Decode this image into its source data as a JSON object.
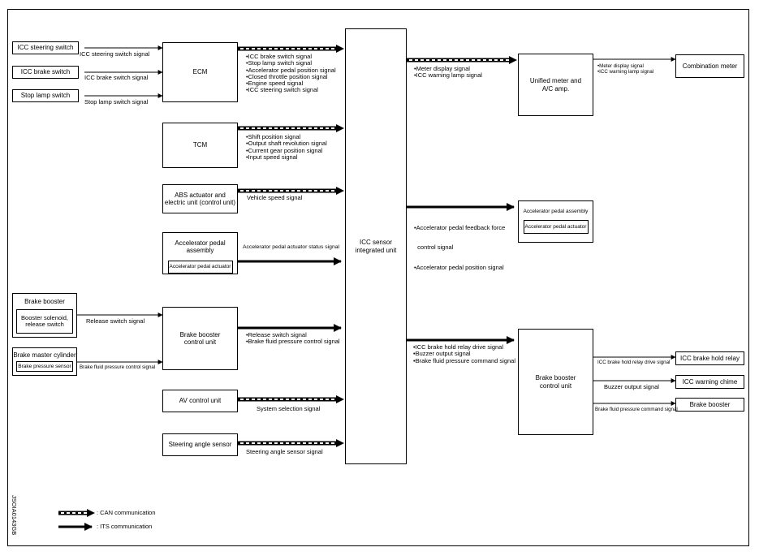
{
  "inputs": {
    "icc_steering_switch": "ICC steering switch",
    "icc_brake_switch": "ICC brake switch",
    "stop_lamp_switch": "Stop lamp switch",
    "brake_booster": "Brake booster",
    "booster_solenoid": "Booster solenoid,\nrelease switch",
    "brake_master_cylinder": "Brake master cylinder",
    "brake_pressure_sensor": "Brake pressure sensor"
  },
  "units": {
    "ecm": "ECM",
    "tcm": "TCM",
    "abs": "ABS actuator and\nelectric unit (control unit)",
    "accel_assembly": "Accelerator pedal assembly",
    "accel_actuator": "Accelerator pedal actuator",
    "brake_booster_cu": "Brake booster\ncontrol unit",
    "av_cu": "AV control unit",
    "steering_sensor": "Steering angle sensor",
    "icc_sensor": "ICC sensor\nintegrated unit",
    "unified_meter": "Unified meter and\nA/C amp.",
    "combination_meter": "Combination meter",
    "accel_assembly_r": "Accelerator pedal assembly",
    "accel_actuator_r": "Accelerator pedal actuator",
    "brake_booster_cu_r": "Brake booster\ncontrol unit",
    "icc_brake_hold_relay": "ICC brake hold relay",
    "icc_warning_chime": "ICC warning chime",
    "brake_booster_out": "Brake booster"
  },
  "signals": {
    "icc_steering_switch_signal": "ICC steering switch signal",
    "icc_brake_switch_signal": "ICC brake switch signal",
    "stop_lamp_switch_signal": "Stop lamp switch signal",
    "ecm_signals": [
      "•ICC brake switch signal",
      "•Stop lamp switch signal",
      "•Accelerator pedal position signal",
      "•Closed throttle position signal",
      "•Engine speed signal",
      "•ICC steering switch signal"
    ],
    "tcm_signals": [
      "•Shift position signal",
      "•Output shaft revolution signal",
      "•Current gear position signal",
      "•Input speed signal"
    ],
    "vehicle_speed_signal": "Vehicle speed signal",
    "accel_actuator_status_signal": "Accelerator pedal actuator status signal",
    "release_switch_signal": "Release switch signal",
    "brake_fluid_pressure_control_signal": "Brake fluid pressure control signal",
    "booster_signals": [
      "•Release switch signal",
      "•Brake fluid pressure control signal"
    ],
    "system_selection_signal": "System selection signal",
    "steering_angle_sensor_signal": "Steering angle sensor signal",
    "meter_signals": [
      "•Meter display signal",
      "•ICC warning lamp signal"
    ],
    "combination_signals": [
      "•Meter display signal",
      "•ICC warning lamp signal"
    ],
    "accel_feedback_signals": [
      "•Accelerator pedal feedback force",
      "  control signal",
      "•Accelerator pedal position signal"
    ],
    "icc_brake_signals": [
      "•ICC brake hold relay drive signal",
      "•Buzzer output signal",
      "•Brake fluid pressure command signal"
    ],
    "icc_brake_hold_relay_drive_signal": "ICC brake hold relay drive signal",
    "buzzer_output_signal": "Buzzer output signal",
    "brake_fluid_pressure_command_signal": "Brake fluid pressure command signal"
  },
  "legend": {
    "can": ": CAN communication",
    "its": ": ITS communication"
  },
  "figure_code": "JSOIA0143GB"
}
